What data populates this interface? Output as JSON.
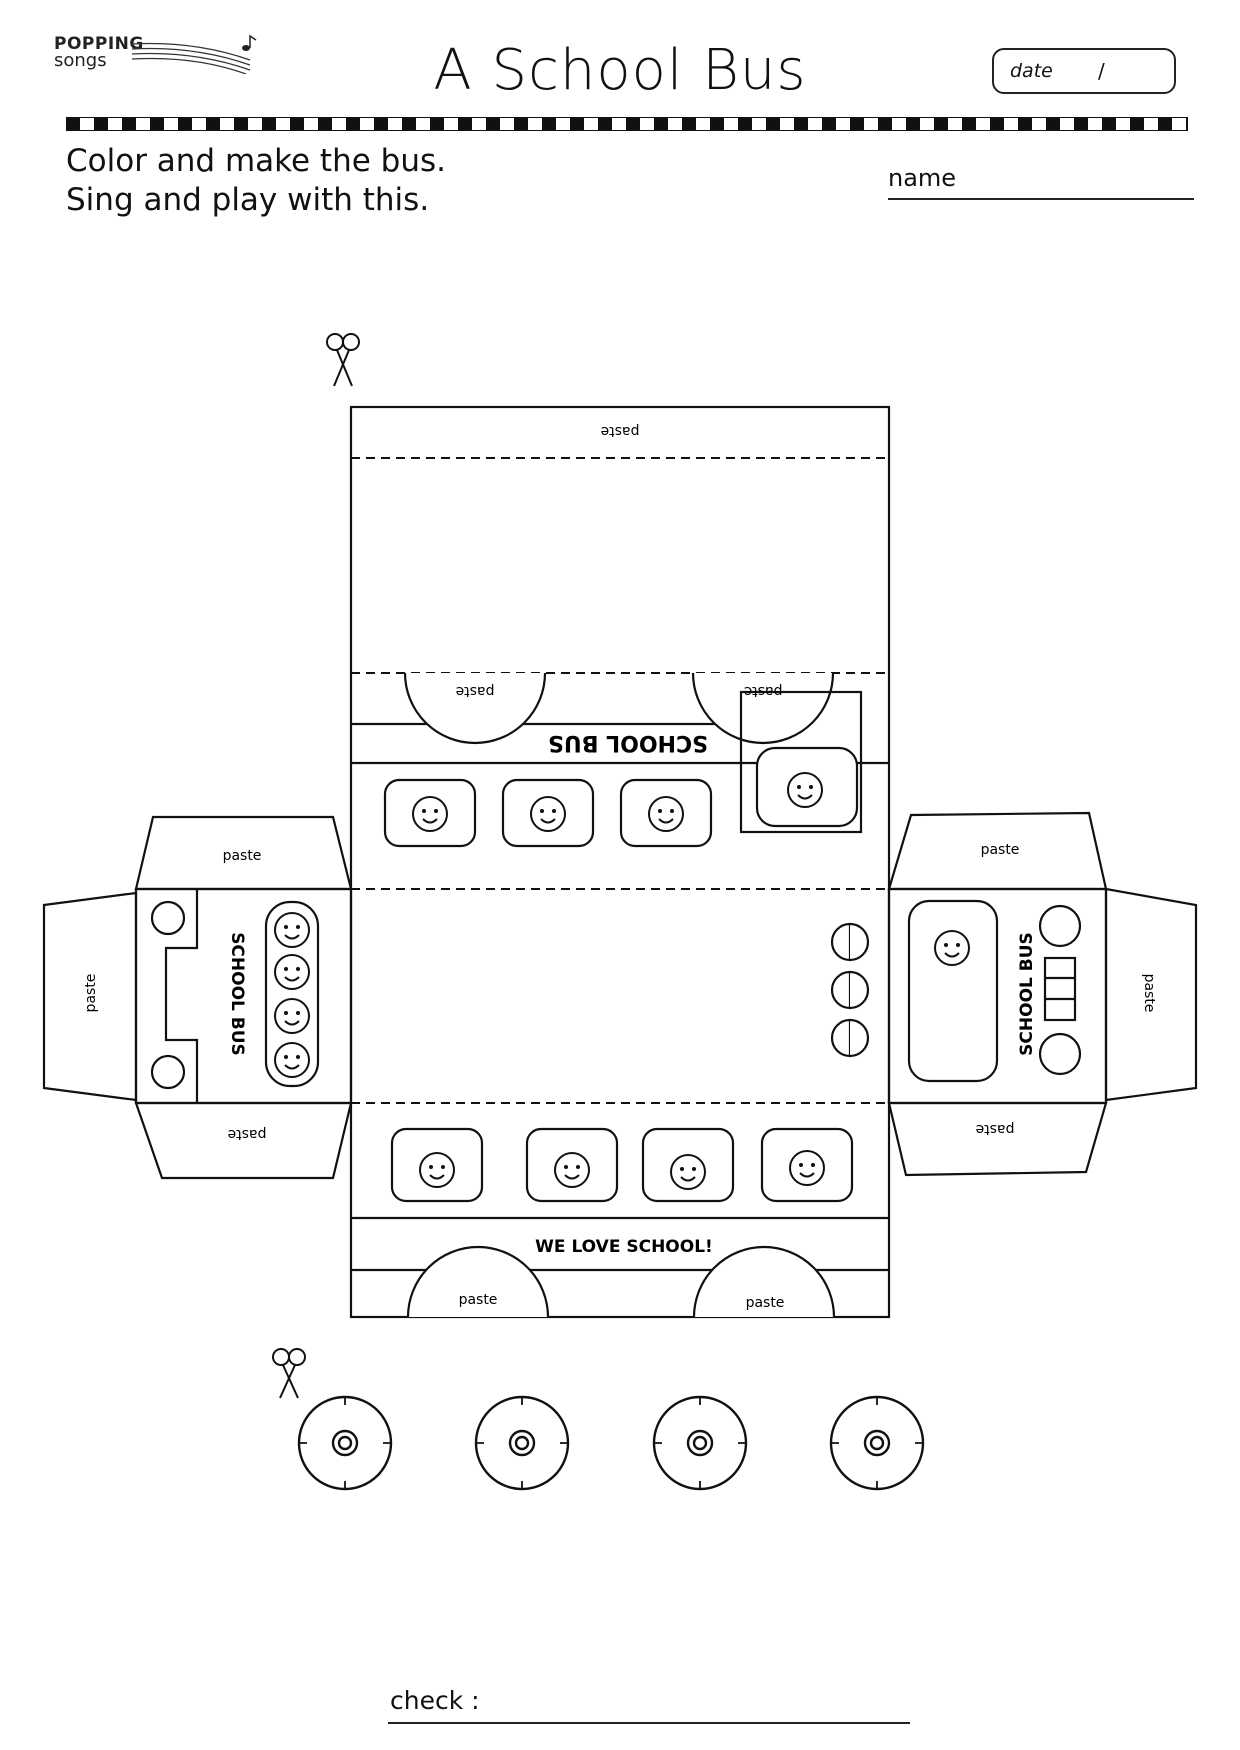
{
  "header": {
    "logo_line1": "POPPING",
    "logo_line2": "songs",
    "title": "A School Bus",
    "date_label": "date",
    "date_separator": "/"
  },
  "instructions": {
    "line1": "Color and make the bus.",
    "line2": "Sing and play with this."
  },
  "name_label": "name",
  "cutout": {
    "paste": "paste",
    "roof_sign": "SCHOOL BUS",
    "front_sign": "SCHOOL BUS",
    "back_sign": "SCHOOL BUS",
    "side_slogan": "WE LOVE SCHOOL!"
  },
  "wheel_count": 4,
  "check_label": "check :"
}
